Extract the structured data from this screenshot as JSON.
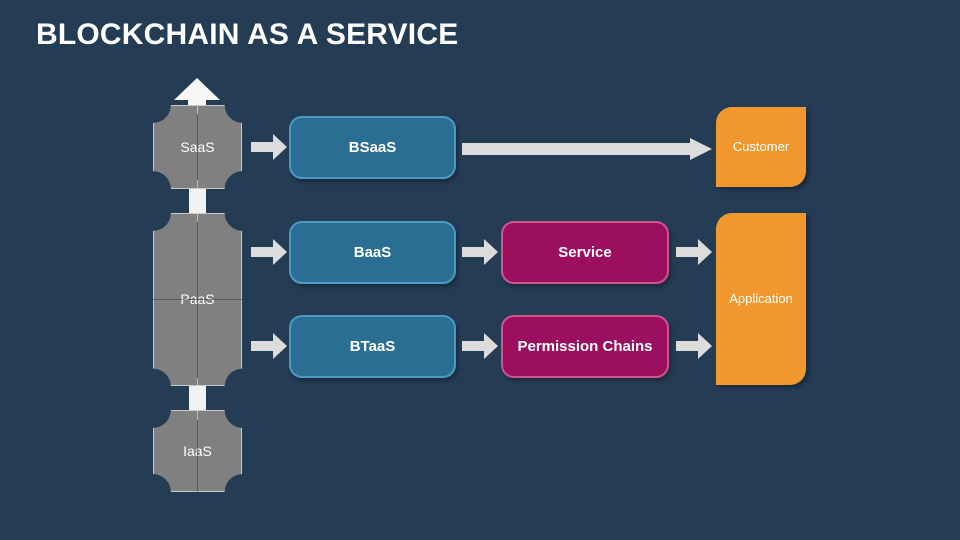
{
  "title": "BLOCKCHAIN AS A SERVICE",
  "theme": {
    "background": "#253c55",
    "gray": "#808080",
    "blue": "#2a6e94",
    "blue_border": "#4d9ac4",
    "magenta": "#9c0f5f",
    "magenta_border": "#d0558f",
    "orange": "#f0982d",
    "arrow": "#dcdcdc",
    "text": "#ffffff"
  },
  "layers": {
    "saas": "SaaS",
    "paas": "PaaS",
    "iaas": "IaaS"
  },
  "services": {
    "bsaas": "BSaaS",
    "baas": "BaaS",
    "btaas": "BTaaS"
  },
  "middle": {
    "service": "Service",
    "permission_chains": "Permission Chains"
  },
  "outputs": {
    "customer": "Customer",
    "application": "Application"
  },
  "connectors": {
    "up_arrow": "up-arrow-icon",
    "saas_to_bsaas": "arrow-right-icon",
    "paas_to_baas": "arrow-right-icon",
    "paas_to_btaas": "arrow-right-icon",
    "bsaas_to_customer": "long-arrow-right-icon",
    "baas_to_service": "arrow-right-icon",
    "btaas_to_permission": "arrow-right-icon",
    "service_to_application": "arrow-right-icon",
    "permission_to_application": "arrow-right-icon",
    "saas_paas_link": "vertical-connector",
    "paas_iaas_link": "vertical-connector"
  }
}
